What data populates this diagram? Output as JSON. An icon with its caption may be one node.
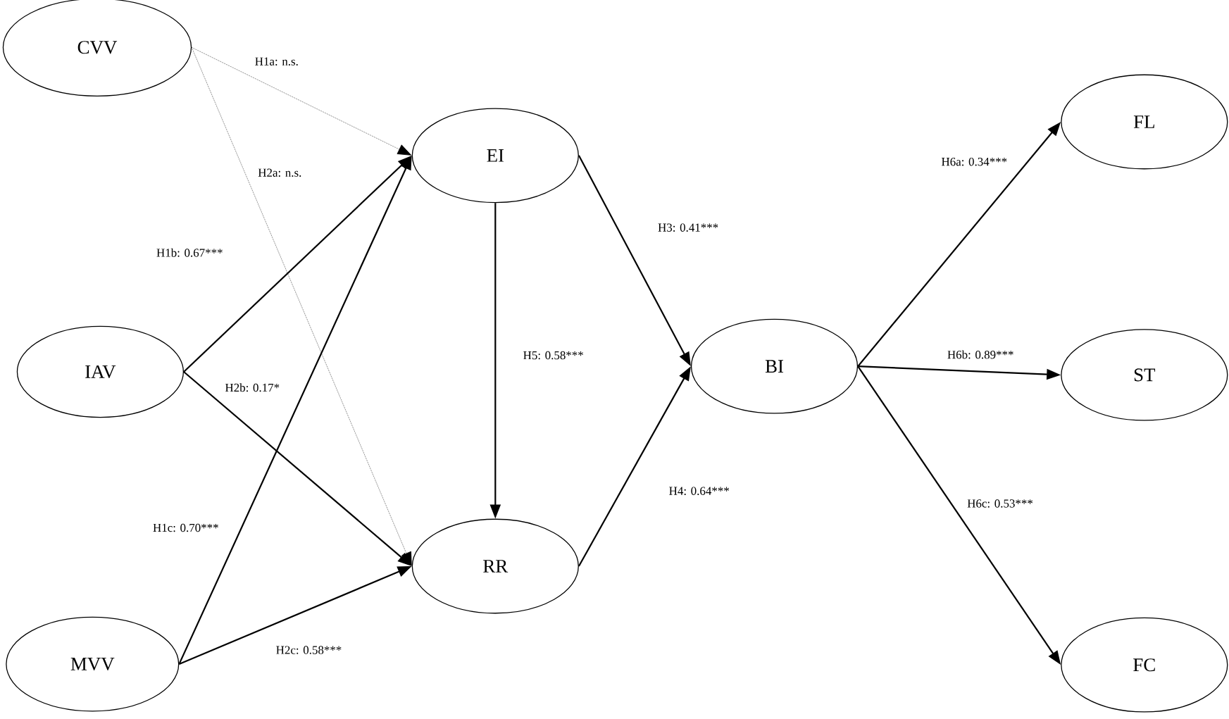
{
  "diagram": {
    "nodes": [
      {
        "text": [
          "CVV"
        ]
      },
      {
        "text": [
          "IAV"
        ]
      },
      {
        "text": [
          "MVV"
        ]
      },
      {
        "text": [
          "EI"
        ]
      },
      {
        "text": [
          "RR"
        ]
      },
      {
        "text": [
          "BI"
        ]
      },
      {
        "text": [
          "FL"
        ]
      },
      {
        "text": [
          "ST"
        ]
      },
      {
        "text": [
          "FC"
        ]
      }
    ],
    "edges": [
      {
        "from": 0,
        "to": 3,
        "arrow": "to",
        "label": "H1a: n.s.",
        "style": "dashed"
      },
      {
        "from": 0,
        "to": 4,
        "arrow": "to",
        "label": "H2a: n.s.",
        "style": "dashed"
      },
      {
        "from": 1,
        "to": 3,
        "arrow": "to",
        "label": "H1b: 0.67***"
      },
      {
        "from": 1,
        "to": 4,
        "arrow": "to",
        "label": "H2b: 0.17*"
      },
      {
        "from": 2,
        "to": 3,
        "arrow": "to",
        "label": "H1c: 0.70***"
      },
      {
        "from": 2,
        "to": 4,
        "arrow": "to",
        "label": "H2c: 0.58***"
      },
      {
        "from": 3,
        "to": 4,
        "arrow": "to",
        "label": "H5: 0.58***"
      },
      {
        "from": 3,
        "to": 5,
        "arrow": "to",
        "label": "H3: 0.41***"
      },
      {
        "from": 4,
        "to": 5,
        "arrow": "to",
        "label": "H4: 0.64***"
      },
      {
        "from": 5,
        "to": 6,
        "arrow": "to",
        "label": "H6a: 0.34***"
      },
      {
        "from": 5,
        "to": 7,
        "arrow": "to",
        "label": "H6b: 0.89***"
      },
      {
        "from": 5,
        "to": 8,
        "arrow": "to",
        "label": "H6c: 0.53***"
      }
    ]
  }
}
